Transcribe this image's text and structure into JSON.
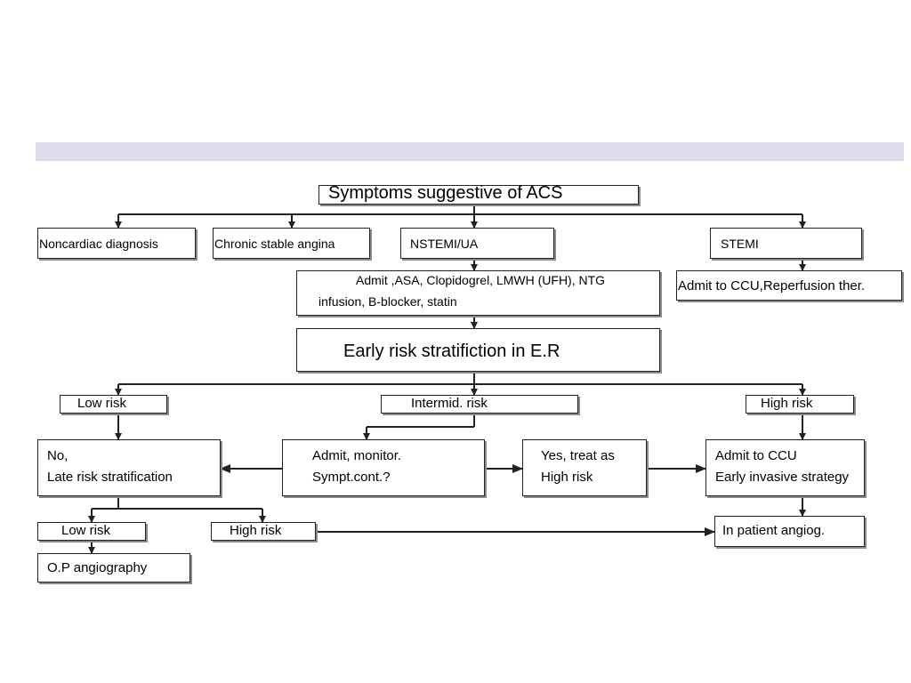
{
  "nodes": {
    "symptoms": "Symptoms suggestive of ACS",
    "noncardiac": "Noncardiac diagnosis",
    "chronic": "Chronic stable angina",
    "nstemi": "NSTEMI/UA",
    "stemi": "STEMI",
    "admit_meds_line1": "Admit ,ASA, Clopidogrel, LMWH (UFH), NTG",
    "admit_meds_line2": "infusion, B-blocker, statin",
    "admit_ccu_reperfusion": "Admit to CCU,Reperfusion ther.",
    "early_risk": "Early risk stratifiction in E.R",
    "low_risk": "Low risk",
    "intermid_risk": "Intermid. risk",
    "high_risk": "High risk",
    "no_line1": "No,",
    "no_line2": "Late risk stratification",
    "monitor_line1": "Admit, monitor.",
    "monitor_line2": "Sympt.cont.?",
    "yes_line1": "Yes, treat as",
    "yes_line2": "High risk",
    "ccu_line1": "Admit to CCU",
    "ccu_line2": "Early invasive strategy",
    "low_risk_2": "Low risk",
    "high_risk_2": "High risk",
    "inpatient": "In patient angiog.",
    "op_angio": "O.P angiography"
  }
}
